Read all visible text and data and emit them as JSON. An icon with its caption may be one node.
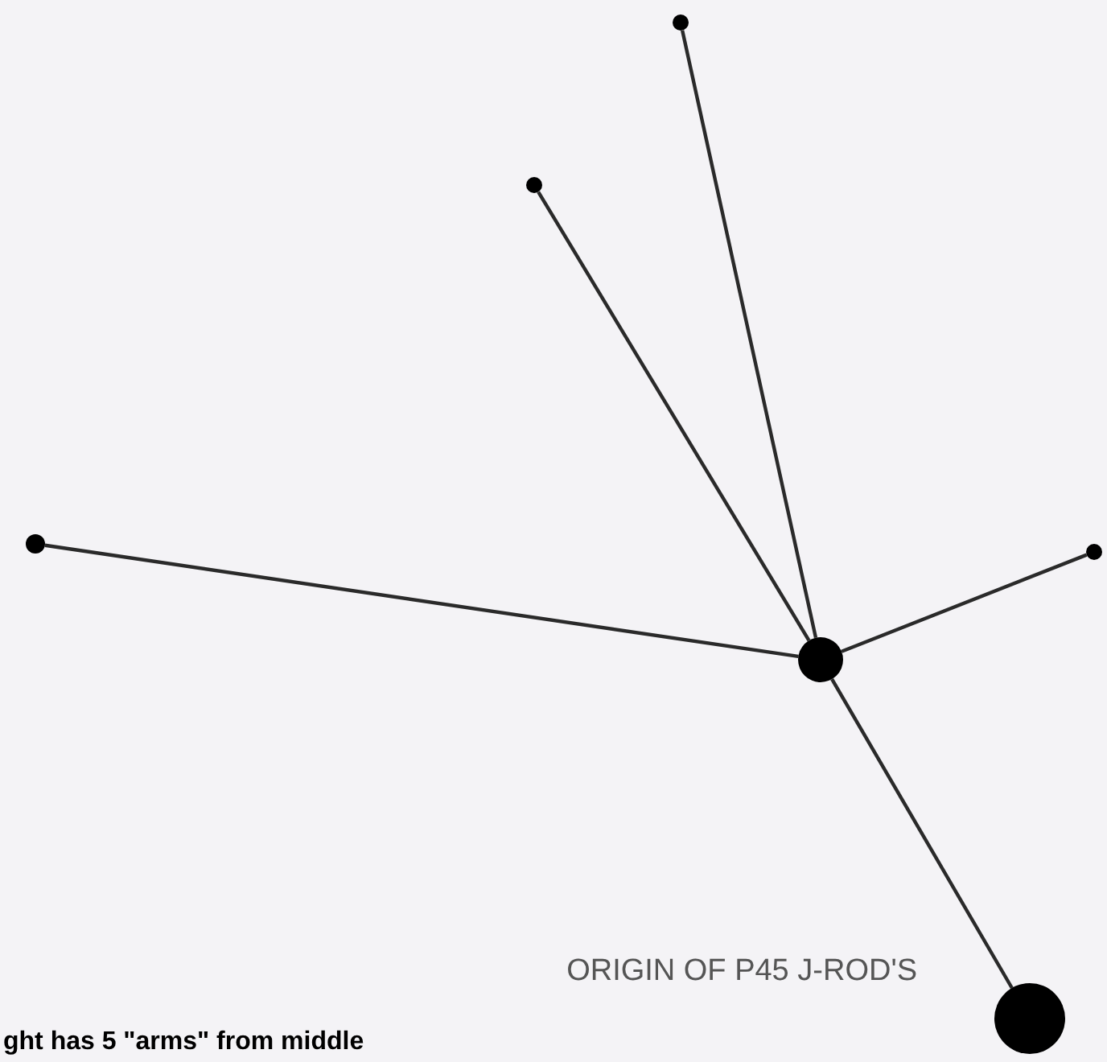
{
  "diagram": {
    "nodes": [
      {
        "text": [],
        "shape": "circle"
      },
      {
        "text": [],
        "shape": "circle"
      },
      {
        "text": [],
        "shape": "circle"
      },
      {
        "text": [],
        "shape": "circle"
      },
      {
        "text": [],
        "shape": "circle"
      },
      {
        "text": [],
        "shape": "circle",
        "beside": [
          "ORIGIN OF P45 J-ROD'S"
        ]
      }
    ],
    "edges": [
      {
        "from": 4,
        "to": 0,
        "arrow": "none"
      },
      {
        "from": 4,
        "to": 1,
        "arrow": "none"
      },
      {
        "from": 4,
        "to": 2,
        "arrow": "none"
      },
      {
        "from": 4,
        "to": 3,
        "arrow": "none"
      },
      {
        "from": 4,
        "to": 5,
        "arrow": "none"
      }
    ],
    "labels": [
      "ght has 5 \"arms\" from middle"
    ]
  }
}
